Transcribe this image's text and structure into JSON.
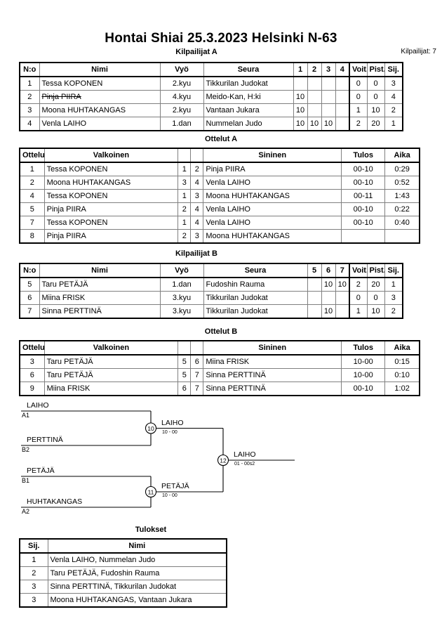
{
  "header": {
    "title": "Hontai Shiai  25.3.2023  Helsinki   N-63",
    "entrants_label": "Kilpailijat: 7"
  },
  "pool_a": {
    "caption": "Kilpailijat A",
    "columns": [
      "N:o",
      "Nimi",
      "Vyö",
      "Seura",
      "1",
      "2",
      "3",
      "4",
      "Voit.",
      "Pist.",
      "Sij."
    ],
    "rows": [
      {
        "no": "1",
        "name": "Tessa KOPONEN",
        "struck": false,
        "belt": "2.kyu",
        "club": "Tikkurilan Judokat",
        "m1": "",
        "m2": "",
        "m3": "",
        "m4": "",
        "wins": "0",
        "points": "0",
        "rank": "3"
      },
      {
        "no": "2",
        "name": "Pinja PIIRA",
        "struck": true,
        "belt": "4.kyu",
        "club": "Meido-Kan, H:ki",
        "m1": "10",
        "m2": "",
        "m3": "",
        "m4": "",
        "wins": "0",
        "points": "0",
        "rank": "4"
      },
      {
        "no": "3",
        "name": "Moona HUHTAKANGAS",
        "struck": false,
        "belt": "2.kyu",
        "club": "Vantaan Jukara",
        "m1": "10",
        "m2": "",
        "m3": "",
        "m4": "",
        "wins": "1",
        "points": "10",
        "rank": "2"
      },
      {
        "no": "4",
        "name": "Venla LAIHO",
        "struck": false,
        "belt": "1.dan",
        "club": "Nummelan Judo",
        "m1": "10",
        "m2": "10",
        "m3": "10",
        "m4": "",
        "wins": "2",
        "points": "20",
        "rank": "1"
      }
    ]
  },
  "matches_a": {
    "caption": "Ottelut A",
    "columns": [
      "Ottelu",
      "Valkoinen",
      "",
      "",
      "Sininen",
      "Tulos",
      "Aika"
    ],
    "rows": [
      {
        "no": "1",
        "white": "Tessa KOPONEN",
        "wn": "1",
        "bn": "2",
        "blue": "Pinja PIIRA",
        "result": "00-10",
        "time": "0:29"
      },
      {
        "no": "2",
        "white": "Moona HUHTAKANGAS",
        "wn": "3",
        "bn": "4",
        "blue": "Venla LAIHO",
        "result": "00-10",
        "time": "0:52"
      },
      {
        "no": "4",
        "white": "Tessa KOPONEN",
        "wn": "1",
        "bn": "3",
        "blue": "Moona HUHTAKANGAS",
        "result": "00-11",
        "time": "1:43"
      },
      {
        "no": "5",
        "white": "Pinja PIIRA",
        "wn": "2",
        "bn": "4",
        "blue": "Venla LAIHO",
        "result": "00-10",
        "time": "0:22"
      },
      {
        "no": "7",
        "white": "Tessa KOPONEN",
        "wn": "1",
        "bn": "4",
        "blue": "Venla LAIHO",
        "result": "00-10",
        "time": "0:40"
      },
      {
        "no": "8",
        "white": "Pinja PIIRA",
        "wn": "2",
        "bn": "3",
        "blue": "Moona HUHTAKANGAS",
        "result": "",
        "time": ""
      }
    ]
  },
  "pool_b": {
    "caption": "Kilpailijat B",
    "columns": [
      "N:o",
      "Nimi",
      "Vyö",
      "Seura",
      "5",
      "6",
      "7",
      "Voit.",
      "Pist.",
      "Sij."
    ],
    "rows": [
      {
        "no": "5",
        "name": "Taru PETÄJÄ",
        "struck": false,
        "belt": "1.dan",
        "club": "Fudoshin Rauma",
        "m1": "",
        "m2": "10",
        "m3": "10",
        "wins": "2",
        "points": "20",
        "rank": "1"
      },
      {
        "no": "6",
        "name": "Miina FRISK",
        "struck": false,
        "belt": "3.kyu",
        "club": "Tikkurilan Judokat",
        "m1": "",
        "m2": "",
        "m3": "",
        "wins": "0",
        "points": "0",
        "rank": "3"
      },
      {
        "no": "7",
        "name": "Sinna PERTTINÄ",
        "struck": false,
        "belt": "3.kyu",
        "club": "Tikkurilan Judokat",
        "m1": "",
        "m2": "10",
        "m3": "",
        "wins": "1",
        "points": "10",
        "rank": "2"
      }
    ]
  },
  "matches_b": {
    "caption": "Ottelut B",
    "columns": [
      "Ottelu",
      "Valkoinen",
      "",
      "",
      "Sininen",
      "Tulos",
      "Aika"
    ],
    "rows": [
      {
        "no": "3",
        "white": "Taru PETÄJÄ",
        "wn": "5",
        "bn": "6",
        "blue": "Miina FRISK",
        "result": "10-00",
        "time": "0:15"
      },
      {
        "no": "6",
        "white": "Taru PETÄJÄ",
        "wn": "5",
        "bn": "7",
        "blue": "Sinna PERTTINÄ",
        "result": "10-00",
        "time": "0:10"
      },
      {
        "no": "9",
        "white": "Miina FRISK",
        "wn": "6",
        "bn": "7",
        "blue": "Sinna PERTTINÄ",
        "result": "00-10",
        "time": "1:02"
      }
    ]
  },
  "bracket": {
    "entries": [
      {
        "name": "LAIHO",
        "seed": "A1"
      },
      {
        "name": "PERTTINÄ",
        "seed": "B2"
      },
      {
        "name": "PETÄJÄ",
        "seed": "B1"
      },
      {
        "name": "HUHTAKANGAS",
        "seed": "A2"
      }
    ],
    "semifinals": [
      {
        "number": "10",
        "winner": "LAIHO",
        "score": "10 - 00"
      },
      {
        "number": "11",
        "winner": "PETÄJÄ",
        "score": "10 - 00"
      }
    ],
    "final": {
      "number": "12",
      "winner": "LAIHO",
      "score": "01 - 00s2"
    }
  },
  "results": {
    "caption": "Tulokset",
    "columns": [
      "Sij.",
      "Nimi"
    ],
    "rows": [
      {
        "rank": "1",
        "name": "Venla LAIHO, Nummelan Judo"
      },
      {
        "rank": "2",
        "name": "Taru PETÄJÄ, Fudoshin Rauma"
      },
      {
        "rank": "3",
        "name": "Sinna PERTTINÄ, Tikkurilan Judokat"
      },
      {
        "rank": "3",
        "name": "Moona HUHTAKANGAS, Vantaan Jukara"
      }
    ]
  }
}
